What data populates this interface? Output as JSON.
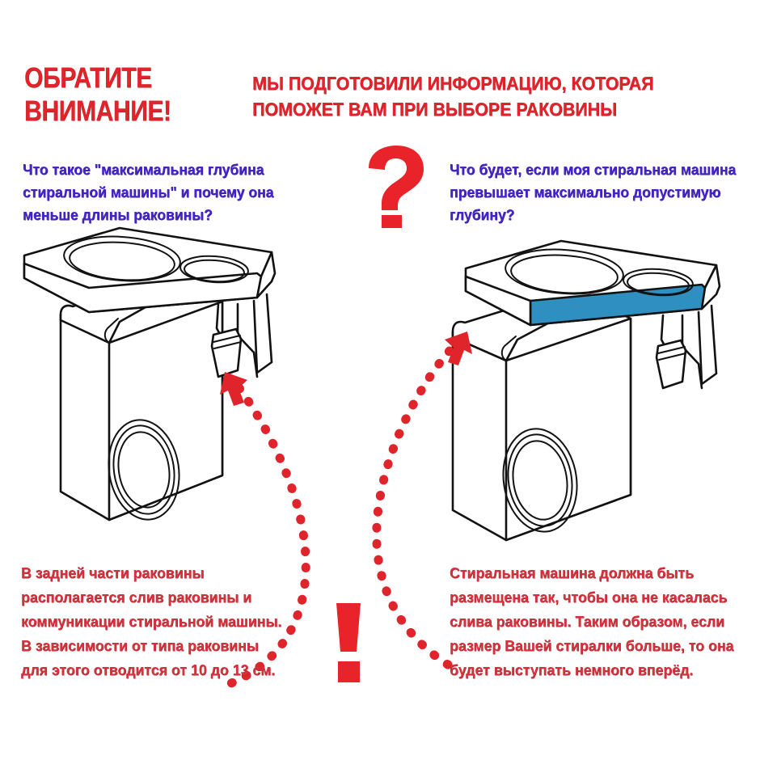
{
  "header": {
    "attention_title": "ОБРАТИТЕ ВНИМАНИЕ!",
    "subtitle": "МЫ ПОДГОТОВИЛИ ИНФОРМАЦИЮ, КОТОРАЯ ПОМОЖЕТ ВАМ ПРИ ВЫБОРЕ РАКОВИНЫ"
  },
  "questions": {
    "left": "Что такое \"максимальная глубина стиральной машины\" и почему она меньше длины раковины?",
    "right": "Что будет, если моя стиральная машина превышает максимально допустимую глубину?"
  },
  "symbols": {
    "question_mark": "?",
    "exclamation_mark": "!"
  },
  "notes": {
    "left": "В задней части раковины располагается слив раковины и коммуникации стиральной машины. В зависимости от типа раковины для этого отводится от 10 до 13 см.",
    "right": "Стиральная машина должна быть размещена так, чтобы она не касалась слива раковины. Таким образом, если размер Вашей стиралки больше, то она будет выступать немного вперёд."
  },
  "illustrations": {
    "left": {
      "name": "washing-machine-under-sink-correct",
      "highlight": false
    },
    "right": {
      "name": "washing-machine-under-sink-protruding",
      "highlight": true,
      "highlight_label": "sink-front-overhang-band"
    }
  },
  "colors": {
    "red": "#e0242c",
    "red_soft": "#d4323c",
    "blue_text": "#4524c8",
    "highlight_blue": "#2e8fc0",
    "ink": "#121212",
    "background": "#ffffff"
  }
}
